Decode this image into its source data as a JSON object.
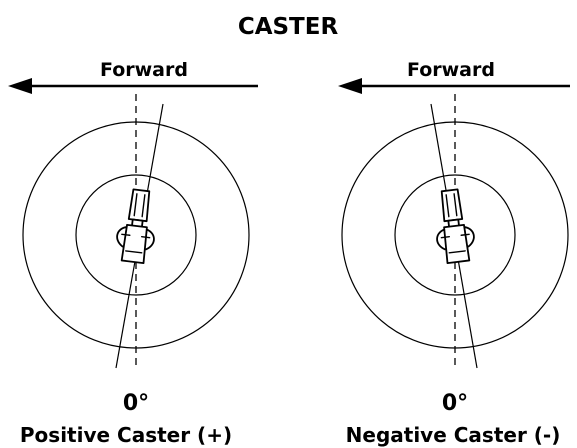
{
  "title": "CASTER",
  "panels": [
    {
      "id": "positive",
      "forward_label": "Forward",
      "degree_label": "0°",
      "caption": "Positive Caster (+)"
    },
    {
      "id": "negative",
      "forward_label": "Forward",
      "degree_label": "0°",
      "caption": "Negative Caster (-)"
    }
  ],
  "colors": {
    "line": "#000000",
    "background": "#ffffff"
  }
}
